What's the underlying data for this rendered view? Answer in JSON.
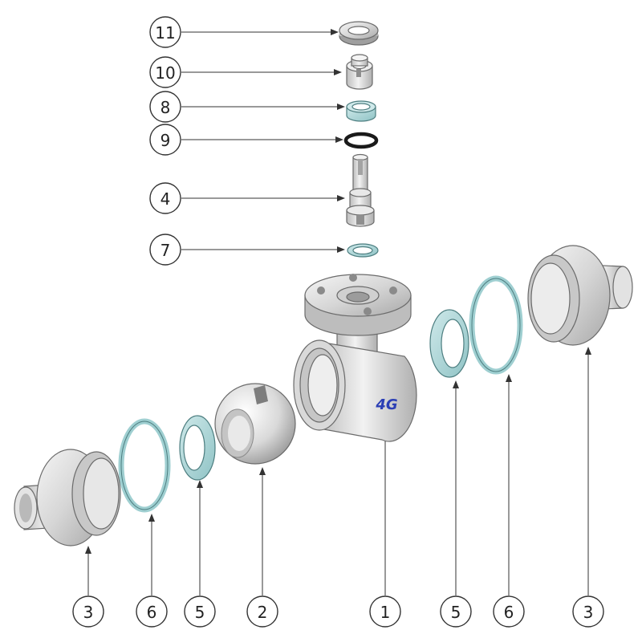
{
  "callouts": {
    "c11": "11",
    "c10": "10",
    "c8": "8",
    "c9": "9",
    "c4": "4",
    "c7": "7",
    "c3_left": "3",
    "c6_left": "6",
    "c5_left": "5",
    "c2": "2",
    "c1": "1",
    "c5_right": "5",
    "c6_right": "6",
    "c3_right": "3"
  },
  "body_logo": "4G",
  "colors": {
    "metal_light": "#e6e6e6",
    "metal_mid": "#c9c9c9",
    "metal_dark": "#9a9a9a",
    "seal": "#a7d3d5",
    "o_ring": "#1a1a1a",
    "logo": "#2b3fb5",
    "line": "#333333"
  },
  "icons": [
    "arrow-head-icon"
  ]
}
